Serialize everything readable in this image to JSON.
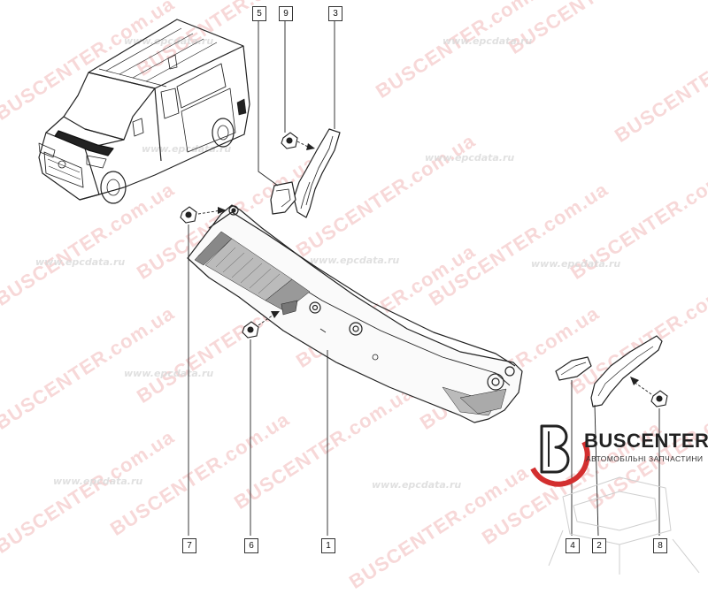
{
  "watermarks": {
    "site_text": "www.epcdata.ru",
    "brand_text": "BUSCENTER.com.ua"
  },
  "callouts": [
    "5",
    "9",
    "3",
    "7",
    "6",
    "1",
    "4",
    "2",
    "8"
  ],
  "logo": {
    "name": "BUSCENTER",
    "subtitle": "АВТОМОБІЛЬНІ ЗАПЧАСТИНИ",
    "accent_color": "#d32f2f"
  },
  "colors": {
    "line": "#222222",
    "watermark_red": "#f2b9b9",
    "watermark_gray": "#d9d9d9"
  }
}
